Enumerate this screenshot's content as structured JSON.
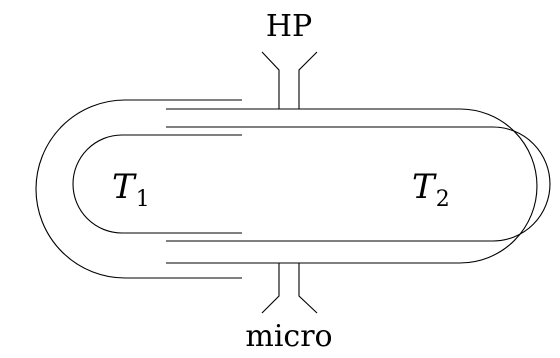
{
  "diagram": {
    "top_label": "HP",
    "bottom_label": "micro",
    "left_chamber": {
      "symbol": "T",
      "subscript": "1"
    },
    "right_chamber": {
      "symbol": "T",
      "subscript": "2"
    }
  }
}
